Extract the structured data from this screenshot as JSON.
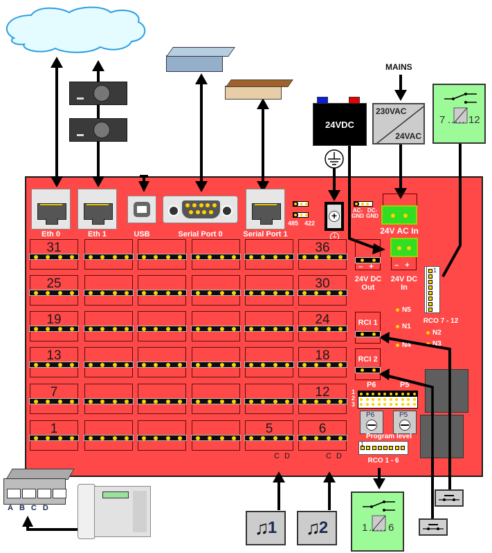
{
  "title": "Controller board wiring diagram",
  "external": {
    "cloud": "internet-cloud",
    "mains_label": "MAINS",
    "battery_label": "24VDC",
    "transformer_in": "230VAC",
    "transformer_out": "24VAC",
    "relay_module_top": {
      "from": "7",
      "to": "12",
      "dots": "....."
    },
    "relay_module_bottom": {
      "from": "1",
      "to": "6",
      "dots": "....."
    },
    "music_inputs": [
      {
        "label": "1"
      },
      {
        "label": "2"
      }
    ],
    "terminal_block_labels": [
      "A",
      "B",
      "C",
      "D"
    ]
  },
  "ports": {
    "eth0": "Eth 0",
    "eth1": "Eth 1",
    "usb": "USB",
    "serial0": "Serial Port 0",
    "serial1": "Serial Port 1",
    "jumper_485": "485",
    "jumper_422": "422",
    "ac_gnd": "AC-\nGND",
    "ac_gnd_l1": "AC-",
    "ac_gnd_l2": "GND",
    "dc_gnd_l1": "DC-",
    "dc_gnd_l2": "GND",
    "ac_in": "24V AC In",
    "dc_out_l1": "24V DC",
    "dc_out_l2": "Out",
    "dc_in_l1": "24V DC",
    "dc_in_l2": "In",
    "minus": "–",
    "plus": "+",
    "rci1": "RCI 1",
    "rci2": "RCI 2",
    "rco_7_12": "RCO 7 - 12",
    "rco_1_6": "RCO 1 - 6",
    "rco_pin1": "1",
    "p6": "P6",
    "p5": "P5",
    "pot_p6": "P6",
    "pot_p5": "P5",
    "program_level": "Program level",
    "header_rows": [
      "1",
      "2",
      "3"
    ],
    "leds": [
      "N5",
      "N1",
      "N4",
      "N2",
      "N3"
    ],
    "cd_labels": [
      "C D",
      "C D"
    ]
  },
  "grid": {
    "rows": [
      [
        "31",
        "",
        "",
        "",
        "",
        "36"
      ],
      [
        "25",
        "",
        "",
        "",
        "",
        "30"
      ],
      [
        "19",
        "",
        "",
        "",
        "",
        "24"
      ],
      [
        "13",
        "",
        "",
        "",
        "",
        "18"
      ],
      [
        "7",
        "",
        "",
        "",
        "",
        "12"
      ],
      [
        "1",
        "",
        "",
        "",
        "5",
        "6"
      ]
    ]
  },
  "colors": {
    "board": "#ff4848",
    "connector_green": "#33dd22",
    "relay_module": "#9dfa98",
    "pin": "#ffd200"
  }
}
